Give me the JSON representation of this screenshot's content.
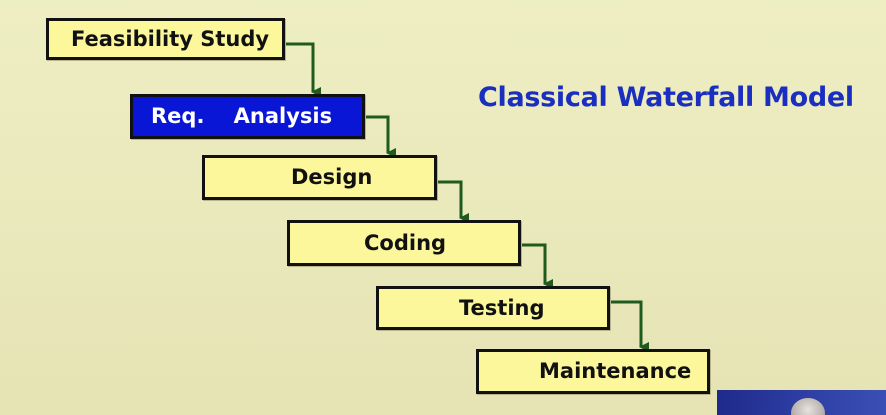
{
  "title": "Classical Waterfall Model",
  "stages": [
    {
      "label": "Feasibility Study"
    },
    {
      "label": "Req.    Analysis"
    },
    {
      "label": "Design"
    },
    {
      "label": "Coding"
    },
    {
      "label": "Testing"
    },
    {
      "label": "Maintenance"
    }
  ],
  "colors": {
    "background": "#ecebbf",
    "stage_fill": "#fbf79a",
    "active_stage_fill": "#0a16d6",
    "active_stage_text": "#ffffff",
    "title_text": "#1a2fc0",
    "arrow": "#1f5a1f"
  },
  "active_stage": "Req.    Analysis"
}
